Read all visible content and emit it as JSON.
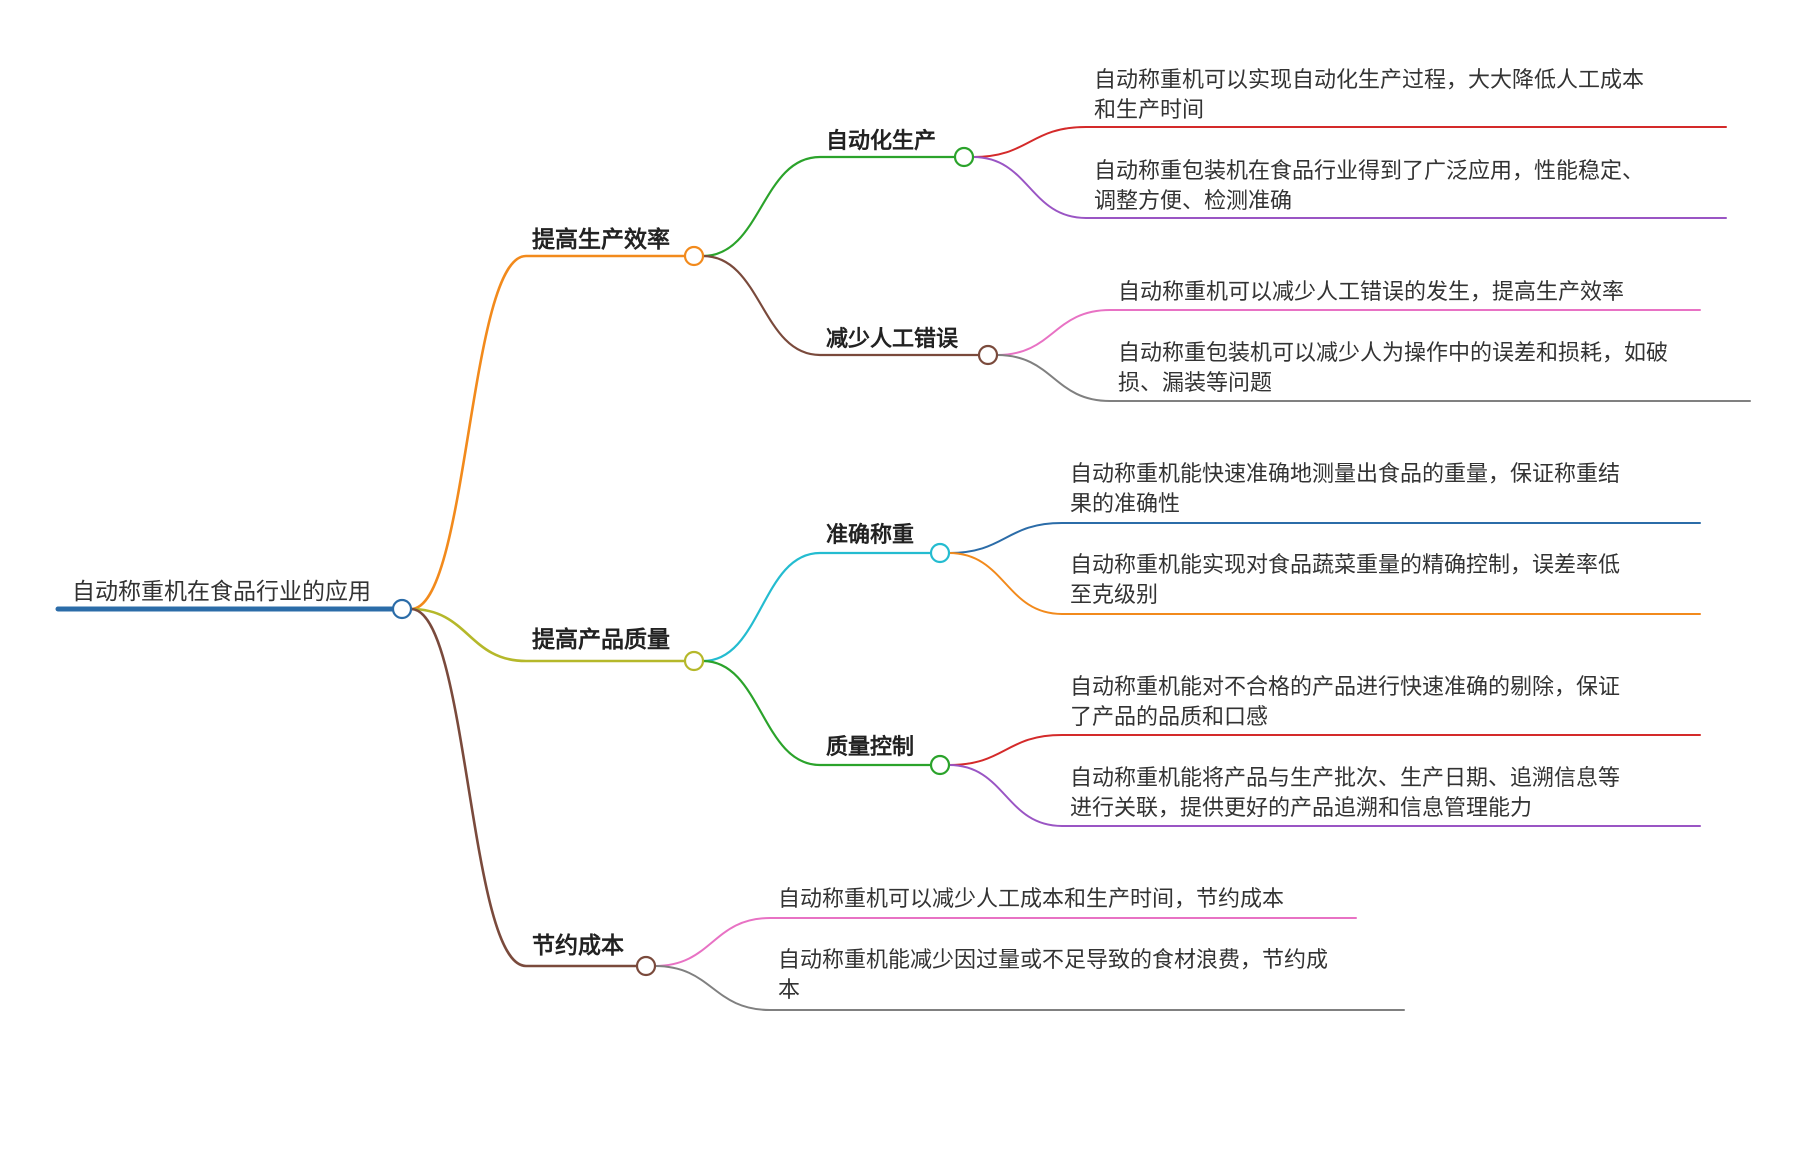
{
  "root": {
    "label": "自动称重机在食品行业的应用",
    "color": "#2b6ca8"
  },
  "branches": [
    {
      "label": "提高生产效率",
      "color": "#f28a1c",
      "children": [
        {
          "label": "自动化生产",
          "color": "#2ba32b",
          "leaves": [
            {
              "lines": [
                "自动称重机可以实现自动化生产过程，大大降低人工成本",
                "和生产时间"
              ],
              "color": "#d42a2a"
            },
            {
              "lines": [
                "自动称重包装机在食品行业得到了广泛应用，性能稳定、",
                "调整方便、检测准确"
              ],
              "color": "#9a55c4"
            }
          ]
        },
        {
          "label": "减少人工错误",
          "color": "#7a4a3c",
          "leaves": [
            {
              "lines": [
                "自动称重机可以减少人工错误的发生，提高生产效率"
              ],
              "color": "#e872c4"
            },
            {
              "lines": [
                "自动称重包装机可以减少人为操作中的误差和损耗，如破",
                "损、漏装等问题"
              ],
              "color": "#808080"
            }
          ]
        }
      ]
    },
    {
      "label": "提高产品质量",
      "color": "#b5b82a",
      "children": [
        {
          "label": "准确称重",
          "color": "#24bcd0",
          "leaves": [
            {
              "lines": [
                "自动称重机能快速准确地测量出食品的重量，保证称重结",
                "果的准确性"
              ],
              "color": "#2b6ca8"
            },
            {
              "lines": [
                "自动称重机能实现对食品蔬菜重量的精确控制，误差率低",
                "至克级别"
              ],
              "color": "#f28a1c"
            }
          ]
        },
        {
          "label": "质量控制",
          "color": "#2ba32b",
          "leaves": [
            {
              "lines": [
                "自动称重机能对不合格的产品进行快速准确的剔除，保证",
                "了产品的品质和口感"
              ],
              "color": "#d42a2a"
            },
            {
              "lines": [
                "自动称重机能将产品与生产批次、生产日期、追溯信息等",
                "进行关联，提供更好的产品追溯和信息管理能力"
              ],
              "color": "#9a55c4"
            }
          ]
        }
      ]
    },
    {
      "label": "节约成本",
      "color": "#7a4a3c",
      "leaves": [
        {
          "lines": [
            "自动称重机可以减少人工成本和生产时间，节约成本"
          ],
          "color": "#e872c4"
        },
        {
          "lines": [
            "自动称重机能减少因过量或不足导致的食材浪费，节约成",
            "本"
          ],
          "color": "#808080"
        }
      ]
    }
  ]
}
